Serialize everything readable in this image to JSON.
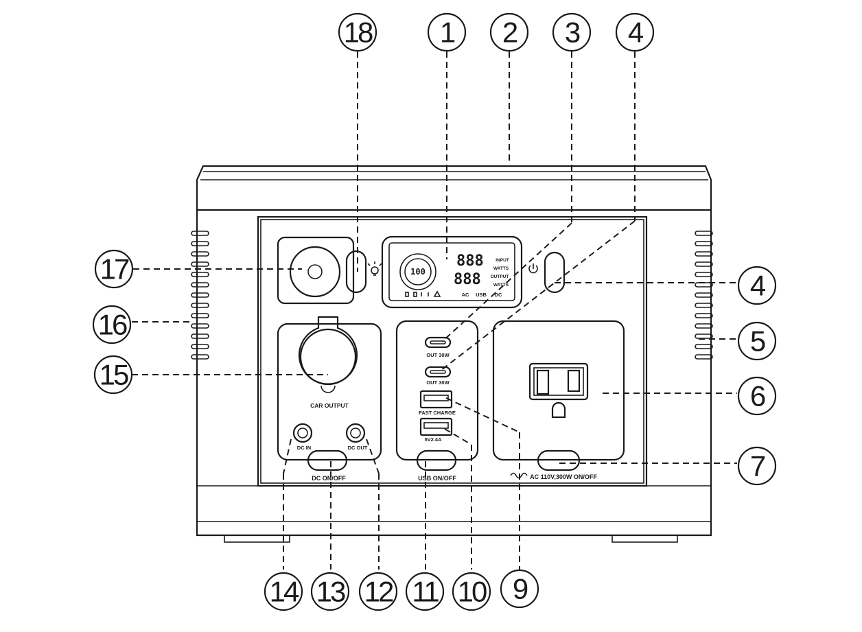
{
  "labels": {
    "input": "INPUT",
    "watts_top": "WATTS",
    "output": "OUTPUT",
    "watts_bottom": "WATTS",
    "ac": "AC",
    "usb": "USB",
    "dc": "DC",
    "digits_top": "888",
    "digits_bottom": "888",
    "battery_pct": "100",
    "typec_top": "OUT 30W",
    "typec_bottom": "OUT 30W",
    "fast_charge": "FAST CHARGE",
    "usb_5v": "5V2.4A",
    "usb_switch": "USB ON/OFF",
    "car_output": "CAR OUTPUT",
    "dc_in": "DC IN",
    "dc_out": "DC OUT",
    "dc_switch": "DC ON/OFF",
    "ac_switch": "AC 110V,300W ON/OFF"
  },
  "callouts": {
    "c1": "1",
    "c2": "2",
    "c3": "3",
    "c4_top": "4",
    "c4_right": "4",
    "c5": "5",
    "c6": "6",
    "c7": "7",
    "c9": "9",
    "c10": "10",
    "c11": "11",
    "c12": "12",
    "c13": "13",
    "c14": "14",
    "c15": "15",
    "c16": "16",
    "c17": "17",
    "c18": "18"
  }
}
